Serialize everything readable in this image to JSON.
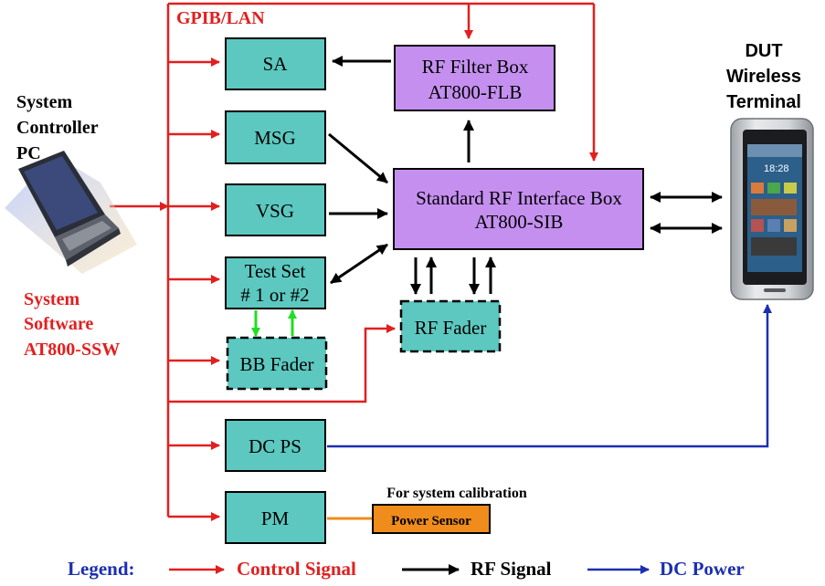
{
  "bus_label": "GPIB/LAN",
  "controller": {
    "line1": "System",
    "line2": "Controller",
    "line3": "PC"
  },
  "software": {
    "line1": "System",
    "line2": "Software",
    "line3": "AT800-SSW"
  },
  "dut": {
    "line1": "DUT",
    "line2": "Wireless",
    "line3": "Terminal",
    "phone_time": "18:28"
  },
  "boxes": {
    "sa": "SA",
    "msg": "MSG",
    "vsg": "VSG",
    "test_set_line1": "Test Set",
    "test_set_line2": "# 1 or #2",
    "bb_fader": "BB Fader",
    "dc_ps": "DC PS",
    "pm": "PM",
    "rf_filter_line1": "RF Filter Box",
    "rf_filter_line2": "AT800-FLB",
    "sib_line1": "Standard RF Interface Box",
    "sib_line2": "AT800-SIB",
    "rf_fader": "RF Fader",
    "power_sensor": "Power Sensor"
  },
  "calibration_note": "For system calibration",
  "legend": {
    "title": "Legend:",
    "control": "Control Signal",
    "rf": "RF Signal",
    "dc": "DC Power"
  },
  "colors": {
    "control": "#e21f1f",
    "rf": "#000000",
    "dc": "#1c2fb0",
    "teal_box": "#5cc8c0",
    "purple_box": "#c58ff0",
    "sensor_box": "#f08c1c",
    "bb_link": "#22dd22"
  },
  "icons": [
    "laptop-icon",
    "phone-icon"
  ]
}
